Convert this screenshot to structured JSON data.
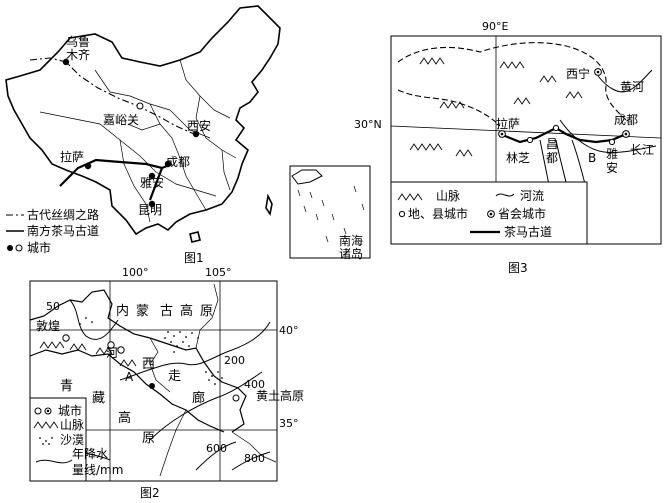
{
  "fig1": {
    "caption": "图1",
    "cities": {
      "urumqi_1": "乌鲁",
      "urumqi_2": "木齐",
      "jiayuguan": "嘉峪关",
      "xian": "西安",
      "lhasa": "拉萨",
      "chengdu": "成都",
      "yaan": "雅安",
      "kunming": "昆明"
    },
    "inset": {
      "label_1": "南海",
      "label_2": "诸岛"
    },
    "legend": {
      "silk_road": "古代丝绸之路",
      "tea_road": "南方茶马古道",
      "city": "城市"
    }
  },
  "fig2": {
    "caption": "图2",
    "lon_100": "100°",
    "lon_105": "105°",
    "lat_40": "40°",
    "lat_35": "35°",
    "region_chars": {
      "nei": "内",
      "meng": "蒙",
      "gu": "古",
      "gao": "高",
      "yuan": "原",
      "he": "河",
      "xi": "西",
      "zou": "走",
      "lang": "廊",
      "qing": "青",
      "zang": "藏",
      "gao2": "高",
      "yuan2": "原"
    },
    "loess": "黄土高原",
    "dunhuang": "敦煌",
    "point_a": "A",
    "isolines": {
      "v50": "50",
      "v200": "200",
      "v400": "400",
      "v400b": "400",
      "v600": "600",
      "v800": "800"
    },
    "legend": {
      "city": "城市",
      "mountain": "山脉",
      "desert": "沙漠",
      "isoline_1": "年降水",
      "isoline_2": "量线/mm"
    }
  },
  "fig3": {
    "caption": "图3",
    "lon_90": "90°E",
    "lat_30": "30°N",
    "xining": "西宁",
    "huanghe": "黄河",
    "lhasa": "拉萨",
    "chengdu": "成都",
    "linzhi": "林芝",
    "changdu_1": "昌",
    "changdu_2": "都",
    "point_b": "B",
    "yaan_1": "雅",
    "yaan_2": "安",
    "changjiang": "长江",
    "legend": {
      "mountain": "山脉",
      "river": "河流",
      "county_city": "地、县城市",
      "provincial_city": "省会城市",
      "tea_road": "茶马古道"
    }
  }
}
